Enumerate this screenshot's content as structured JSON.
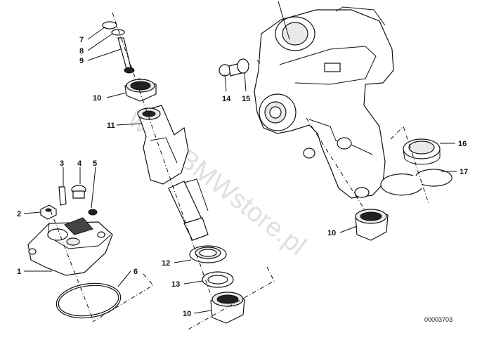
{
  "diagram": {
    "callouts": [
      "1",
      "2",
      "3",
      "4",
      "5",
      "6",
      "7",
      "8",
      "9",
      "10",
      "11",
      "12",
      "13",
      "10",
      "14",
      "15",
      "10",
      "16",
      "17"
    ],
    "document_number": "00003703",
    "watermark": "www.BMWstore.pl"
  }
}
